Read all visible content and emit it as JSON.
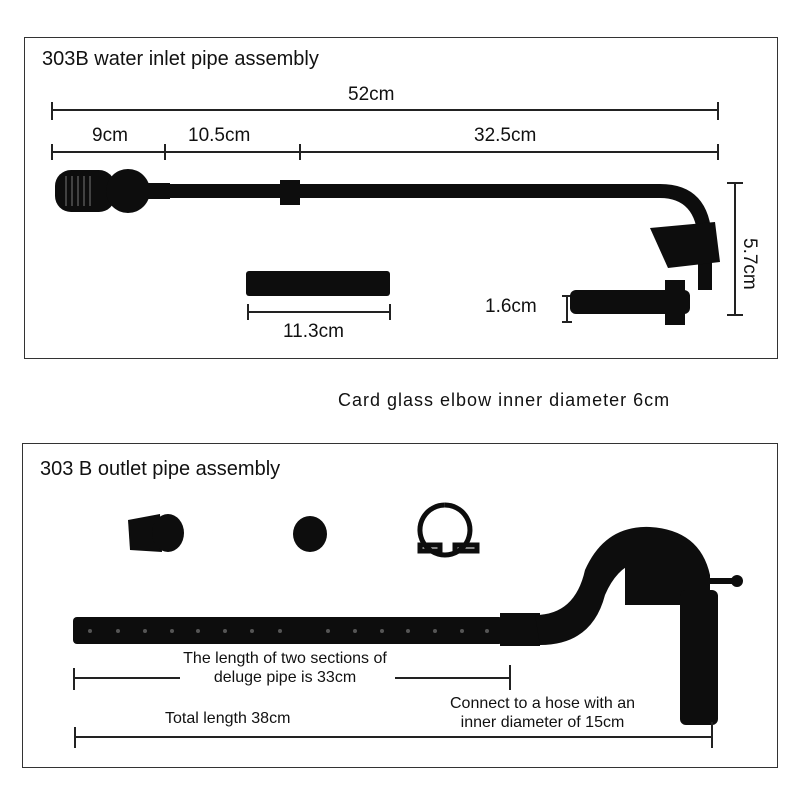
{
  "inlet": {
    "title": "303B water inlet pipe assembly",
    "total": "52cm",
    "seg1": "9cm",
    "seg2": "10.5cm",
    "seg3": "32.5cm",
    "height": "5.7cm",
    "diameter": "1.6cm",
    "extension": "11.3cm"
  },
  "caption": "Card glass elbow inner diameter 6cm",
  "outlet": {
    "title": "303 B outlet pipe assembly",
    "sections_line1": "The length of two sections of",
    "sections_line2": "deluge pipe is 33cm",
    "total": "Total length 38cm",
    "hose_line1": "Connect to a hose with an",
    "hose_line2": "inner diameter of 15cm"
  },
  "colors": {
    "pipe": "#0d0d0d",
    "line": "#222222"
  }
}
